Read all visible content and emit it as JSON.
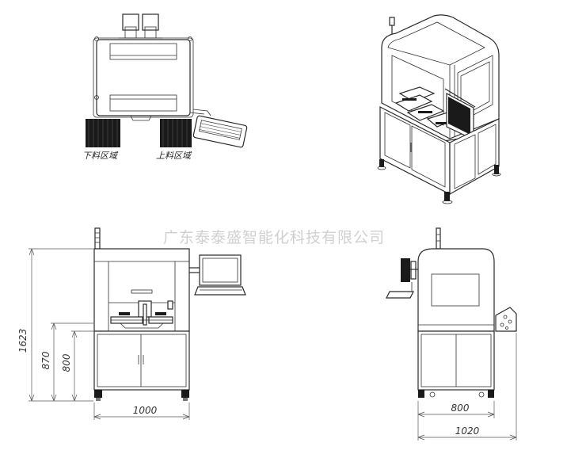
{
  "watermark": "广东泰泰盛智能化科技有限公司",
  "top_view": {
    "unload_area_label": "下料区域",
    "load_area_label": "上料区域"
  },
  "front_view": {
    "dim_total_height": "1623",
    "dim_platform_height": "870",
    "dim_cabinet_height": "800",
    "dim_width": "1000"
  },
  "side_view": {
    "dim_depth": "800",
    "dim_total_depth": "1020"
  }
}
